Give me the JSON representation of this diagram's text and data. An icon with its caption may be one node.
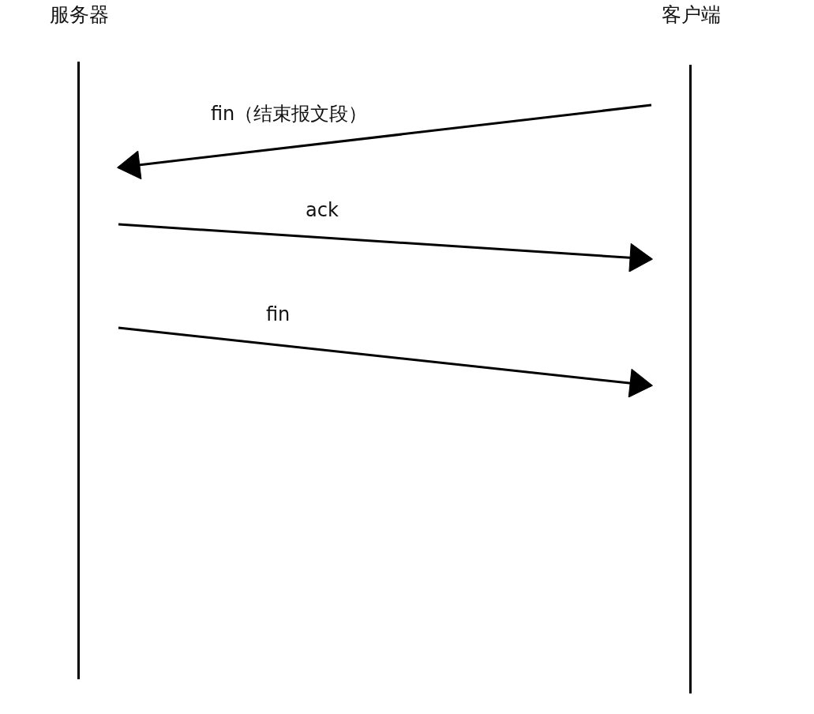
{
  "diagram": {
    "nodes": [
      {
        "text": [
          "服务器"
        ]
      },
      {
        "text": [
          "客户端"
        ]
      }
    ],
    "edges": [
      {
        "from": 1,
        "to": 0,
        "arrow": "to",
        "label": "fin（结束报文段）"
      },
      {
        "from": 0,
        "to": 1,
        "arrow": "to",
        "label": "ack"
      },
      {
        "from": 0,
        "to": 1,
        "arrow": "to",
        "label": "fin"
      }
    ]
  }
}
